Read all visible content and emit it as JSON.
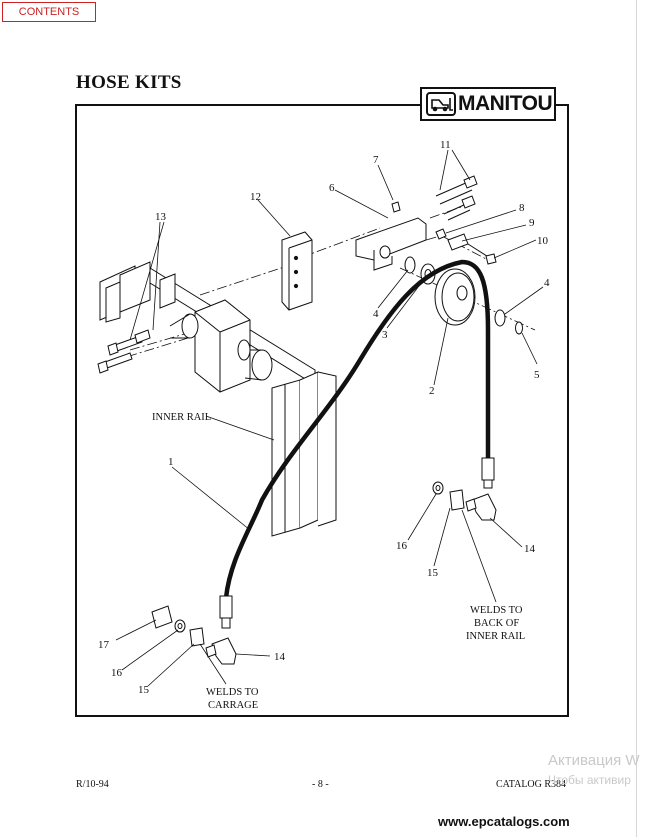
{
  "nav": {
    "contents_label": "CONTENTS"
  },
  "page": {
    "title": "HOSE KITS"
  },
  "logo": {
    "brand": "MANITOU",
    "icon": "forklift-icon"
  },
  "diagram": {
    "part_numbers": [
      "1",
      "2",
      "3",
      "4",
      "4",
      "5",
      "6",
      "7",
      "8",
      "9",
      "10",
      "11",
      "12",
      "13",
      "14",
      "14",
      "15",
      "15",
      "16",
      "16",
      "17"
    ],
    "labels": {
      "inner_rail": "INNER RAIL",
      "welds_back_1": "WELDS TO",
      "welds_back_2": "BACK OF",
      "welds_back_3": "INNER RAIL",
      "welds_carr_1": "WELDS TO",
      "welds_carr_2": "CARRAGE"
    }
  },
  "footer": {
    "date": "R/10-94",
    "page_number": "- 8 -",
    "catalog": "CATALOG R384"
  },
  "overlay": {
    "activation_title": "Активация W",
    "activation_sub": "Чтобы активир"
  },
  "site": {
    "url": "www.epcatalogs.com"
  }
}
